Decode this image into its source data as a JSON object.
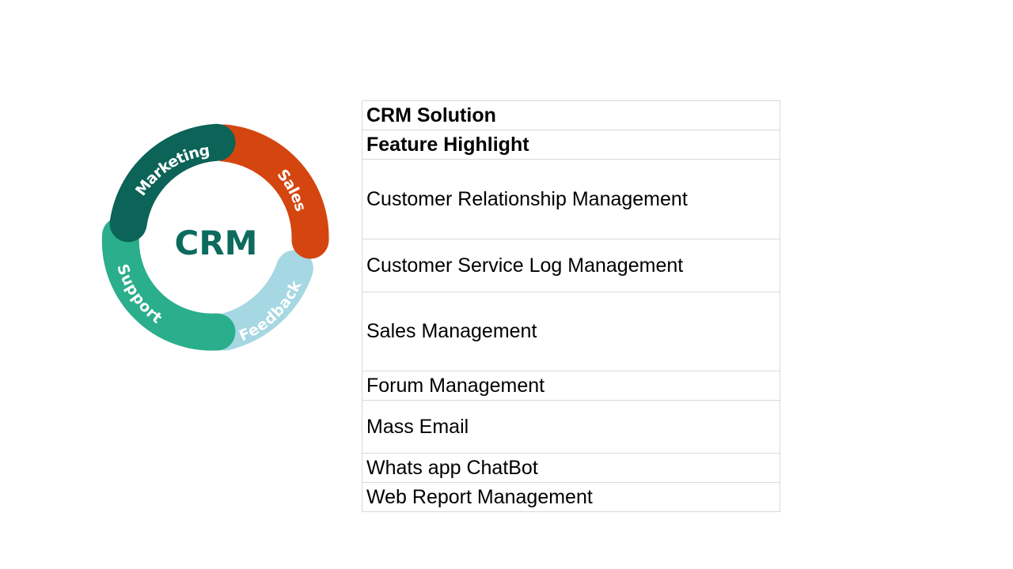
{
  "diagram": {
    "center_label": "CRM",
    "center_color": "#0d6b5e",
    "segments": [
      {
        "label": "Marketing",
        "color": "#0c6357"
      },
      {
        "label": "Sales",
        "color": "#d4450f"
      },
      {
        "label": "Feedback",
        "color": "#a5d8e2"
      },
      {
        "label": "Support",
        "color": "#2aae8c"
      }
    ]
  },
  "table": {
    "header_title": "CRM Solution",
    "header_subtitle": "Feature Highlight",
    "rows": [
      "Customer Relationship Management",
      "Customer Service Log Management",
      "Sales Management",
      "Forum Management",
      "Mass Email",
      "Whats app ChatBot",
      "Web Report Management"
    ]
  }
}
